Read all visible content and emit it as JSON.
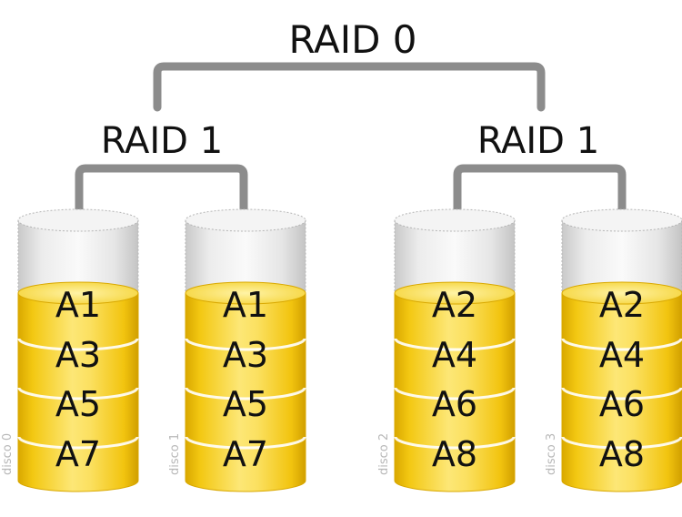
{
  "diagram": {
    "top_label": "RAID 0",
    "mirror_groups": [
      {
        "label": "RAID 1",
        "disks": [
          {
            "name": "disco 0",
            "blocks": [
              "A1",
              "A3",
              "A5",
              "A7"
            ]
          },
          {
            "name": "disco 1",
            "blocks": [
              "A1",
              "A3",
              "A5",
              "A7"
            ]
          }
        ]
      },
      {
        "label": "RAID 1",
        "disks": [
          {
            "name": "disco 2",
            "blocks": [
              "A2",
              "A4",
              "A6",
              "A8"
            ]
          },
          {
            "name": "disco 3",
            "blocks": [
              "A2",
              "A4",
              "A6",
              "A8"
            ]
          }
        ]
      }
    ],
    "colors": {
      "bracket": "#8c8c8c",
      "gold_light": "#fde776",
      "gold": "#f7cf1d",
      "gold_dark": "#d9a800",
      "glass": "#e6e6e6",
      "glass_rim": "#b5b5b5",
      "ring": "#ffffff"
    }
  }
}
